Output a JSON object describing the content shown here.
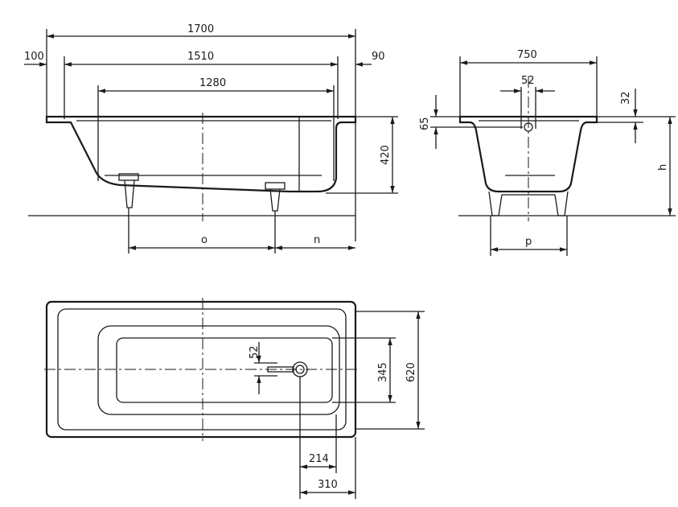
{
  "side_view": {
    "overall_length": "1700",
    "left_rim": "100",
    "inner_length": "1510",
    "right_rim": "90",
    "bottom_length": "1280",
    "depth": "420",
    "leg_spacing": "o",
    "leg_offset": "n"
  },
  "end_view": {
    "overall_width": "750",
    "drain_diameter": "52",
    "rim_thickness": "32",
    "drain_height": "65",
    "height": "h",
    "leg_width": "p"
  },
  "plan_view": {
    "drain_diameter": "52",
    "inner_width": "345",
    "overall_width": "620",
    "drain_offset": "214",
    "drain_offset_outer": "310"
  }
}
